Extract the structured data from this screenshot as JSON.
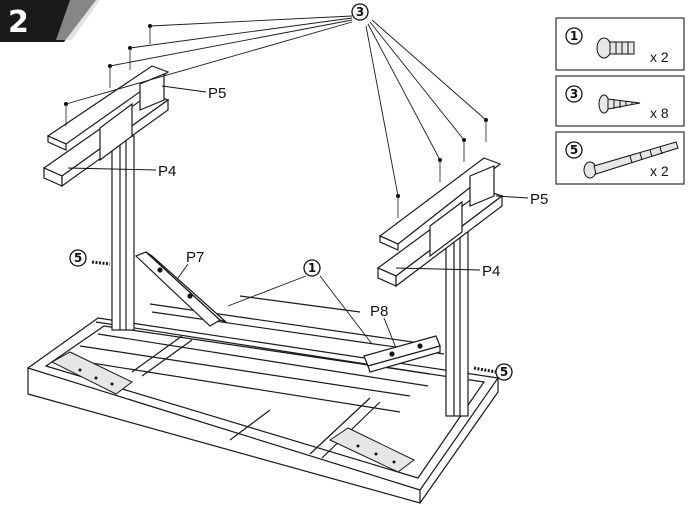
{
  "step": {
    "number": "2"
  },
  "parts": {
    "p4": "P4",
    "p5": "P5",
    "p7": "P7",
    "p8": "P8"
  },
  "callouts": {
    "screw_3": "3",
    "bolt_1": "1",
    "bolt_5": "5"
  },
  "hardware": [
    {
      "id": "1",
      "qty": "x 2",
      "icon": "hex-socket-bolt-short-icon"
    },
    {
      "id": "3",
      "qty": "x 8",
      "icon": "wood-screw-icon"
    },
    {
      "id": "5",
      "qty": "x 2",
      "icon": "hex-socket-bolt-long-icon"
    }
  ],
  "colors": {
    "badge": "#1a1a1a",
    "line": "#1a1a1a",
    "panel_border": "#333333"
  }
}
